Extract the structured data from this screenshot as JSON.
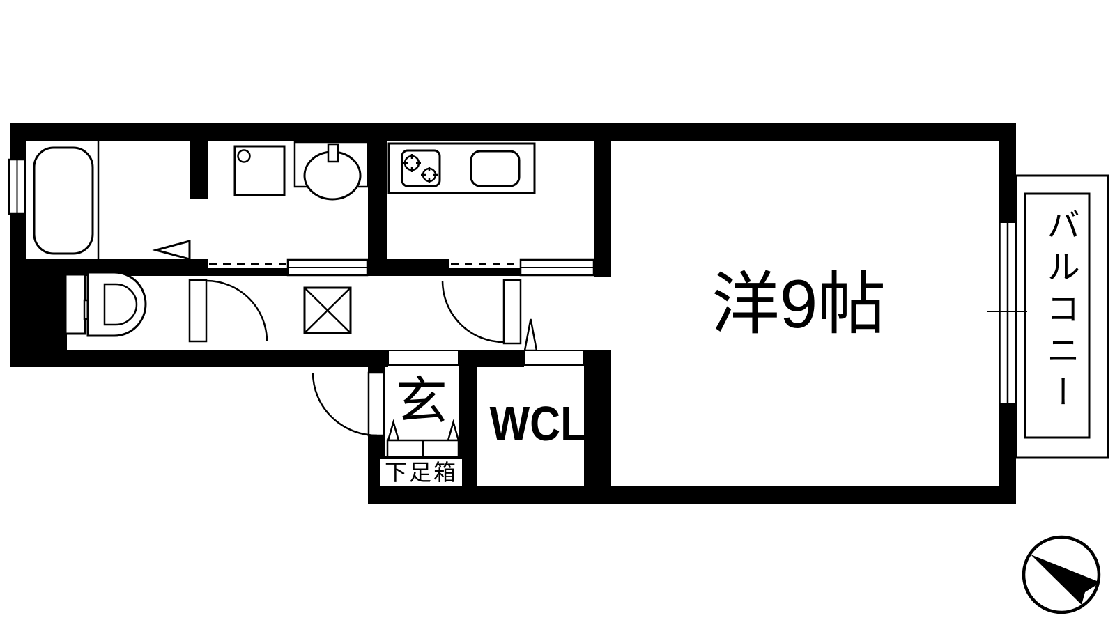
{
  "labels": {
    "main_room": "洋9帖",
    "balcony": "バルコニー",
    "walk_in_closet": "WCL",
    "entrance": "玄",
    "shoe_box": "下足箱"
  },
  "colors": {
    "wall": "#000000",
    "background": "#ffffff",
    "line": "#000000"
  },
  "icons": [
    "bathtub-icon",
    "window",
    "folding-door-icon",
    "washing-machine-pan-icon",
    "washbasin-icon",
    "stove-icon",
    "kitchen-sink-icon",
    "toilet-icon",
    "door-swing-arc",
    "sliding-door",
    "crossed-square-icon",
    "step-marker-icon",
    "shoe-cabinet-icon",
    "balcony-railing",
    "north-arrow-icon"
  ]
}
